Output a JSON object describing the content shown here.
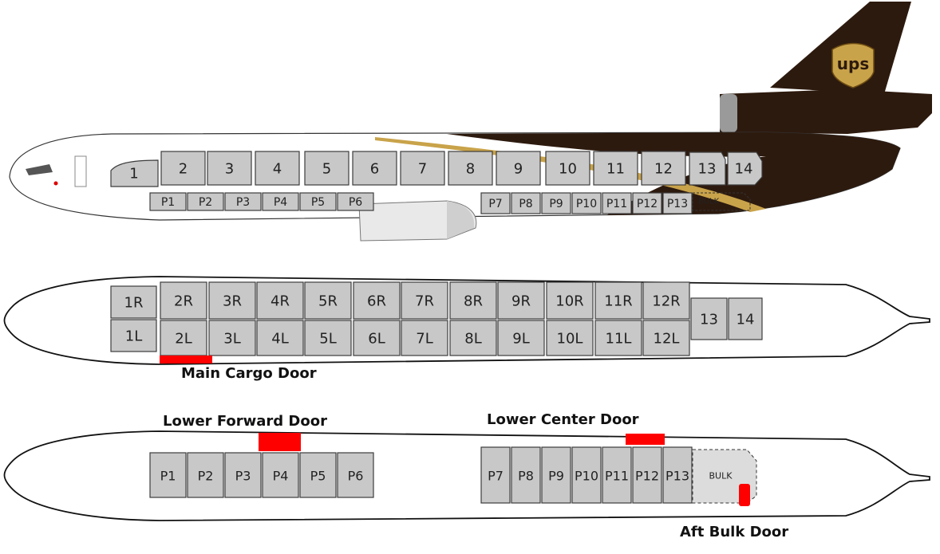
{
  "colors": {
    "fuselage_brown": "#2d1a0e",
    "ups_gold": "#c9a34a",
    "door_red": "#ff0000",
    "position_fill": "#c8c8c8"
  },
  "side_view": {
    "logo_text": "ups",
    "main_deck": [
      "1",
      "2",
      "3",
      "4",
      "5",
      "6",
      "7",
      "8",
      "9",
      "10",
      "11",
      "12",
      "13",
      "14"
    ],
    "lower_forward": [
      "P1",
      "P2",
      "P3",
      "P4",
      "P5",
      "P6"
    ],
    "lower_aft": [
      "P7",
      "P8",
      "P9",
      "P10",
      "P11",
      "P12",
      "P13"
    ],
    "bulk": "BULK"
  },
  "main_deck_plan": {
    "right_row": [
      "1R",
      "2R",
      "3R",
      "4R",
      "5R",
      "6R",
      "7R",
      "8R",
      "9R",
      "10R",
      "11R",
      "12R"
    ],
    "left_row": [
      "1L",
      "2L",
      "3L",
      "4L",
      "5L",
      "6L",
      "7L",
      "8L",
      "9L",
      "10L",
      "11L",
      "12L"
    ],
    "center": [
      "13",
      "14"
    ],
    "door_label": "Main Cargo Door"
  },
  "lower_deck_plan": {
    "forward": [
      "P1",
      "P2",
      "P3",
      "P4",
      "P5",
      "P6"
    ],
    "aft": [
      "P7",
      "P8",
      "P9",
      "P10",
      "P11",
      "P12",
      "P13"
    ],
    "bulk": "BULK",
    "forward_door_label": "Lower Forward Door",
    "center_door_label": "Lower Center Door",
    "aft_door_label": "Aft Bulk Door"
  }
}
